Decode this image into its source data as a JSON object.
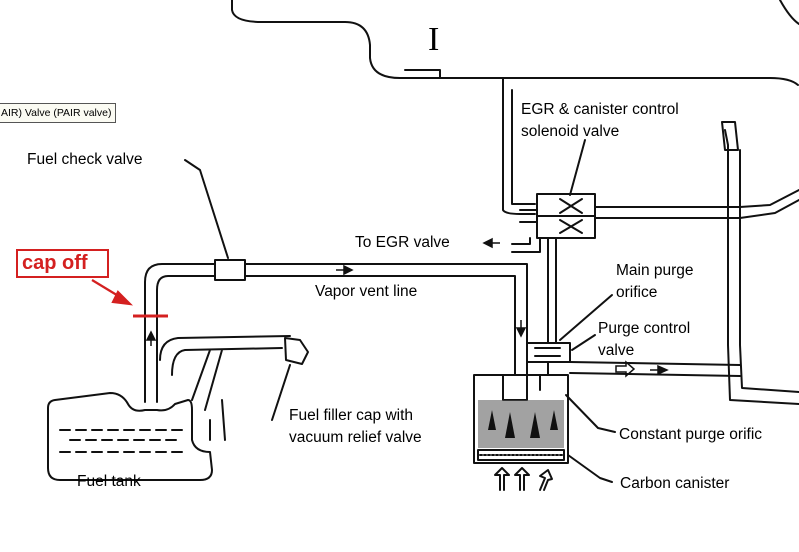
{
  "tooltip": "AIR) Valve (PAIR valve)",
  "annotation": {
    "text": "cap off",
    "color": "#d42020"
  },
  "engine_marker": "I",
  "labels": {
    "egr_solenoid_line1": "EGR & canister control",
    "egr_solenoid_line2": "solenoid valve",
    "fuel_check_valve": "Fuel check valve",
    "to_egr_valve": "To EGR valve",
    "vapor_vent_line": "Vapor vent line",
    "main_purge_line1": "Main purge",
    "main_purge_line2": "orifice",
    "purge_control_line1": "Purge control",
    "purge_control_line2": "valve",
    "filler_cap_line1": "Fuel filler cap with",
    "filler_cap_line2": "vacuum relief valve",
    "constant_purge": "Constant purge orific",
    "fuel_tank": "Fuel tank",
    "carbon_canister": "Carbon canister"
  }
}
